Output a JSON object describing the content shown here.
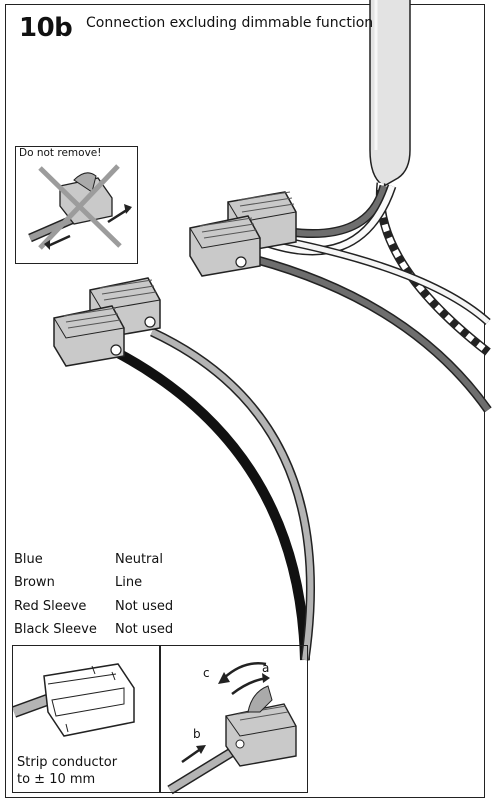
{
  "header": {
    "step_number": "10b",
    "title": "Connection excluding dimmable function"
  },
  "warning_inset": {
    "label": "Do not remove!"
  },
  "wire_legend": [
    {
      "color": "Blue",
      "function": "Neutral"
    },
    {
      "color": "Brown",
      "function": "Line"
    },
    {
      "color": "Red Sleeve",
      "function": "Not used"
    },
    {
      "color": "Black Sleeve",
      "function": "Not used"
    }
  ],
  "strip_inset": {
    "caption_line1": "Strip conductor",
    "caption_line2": "to ± 10 mm"
  },
  "insert_inset": {
    "label_a": "a",
    "label_b": "b",
    "label_c": "c"
  }
}
